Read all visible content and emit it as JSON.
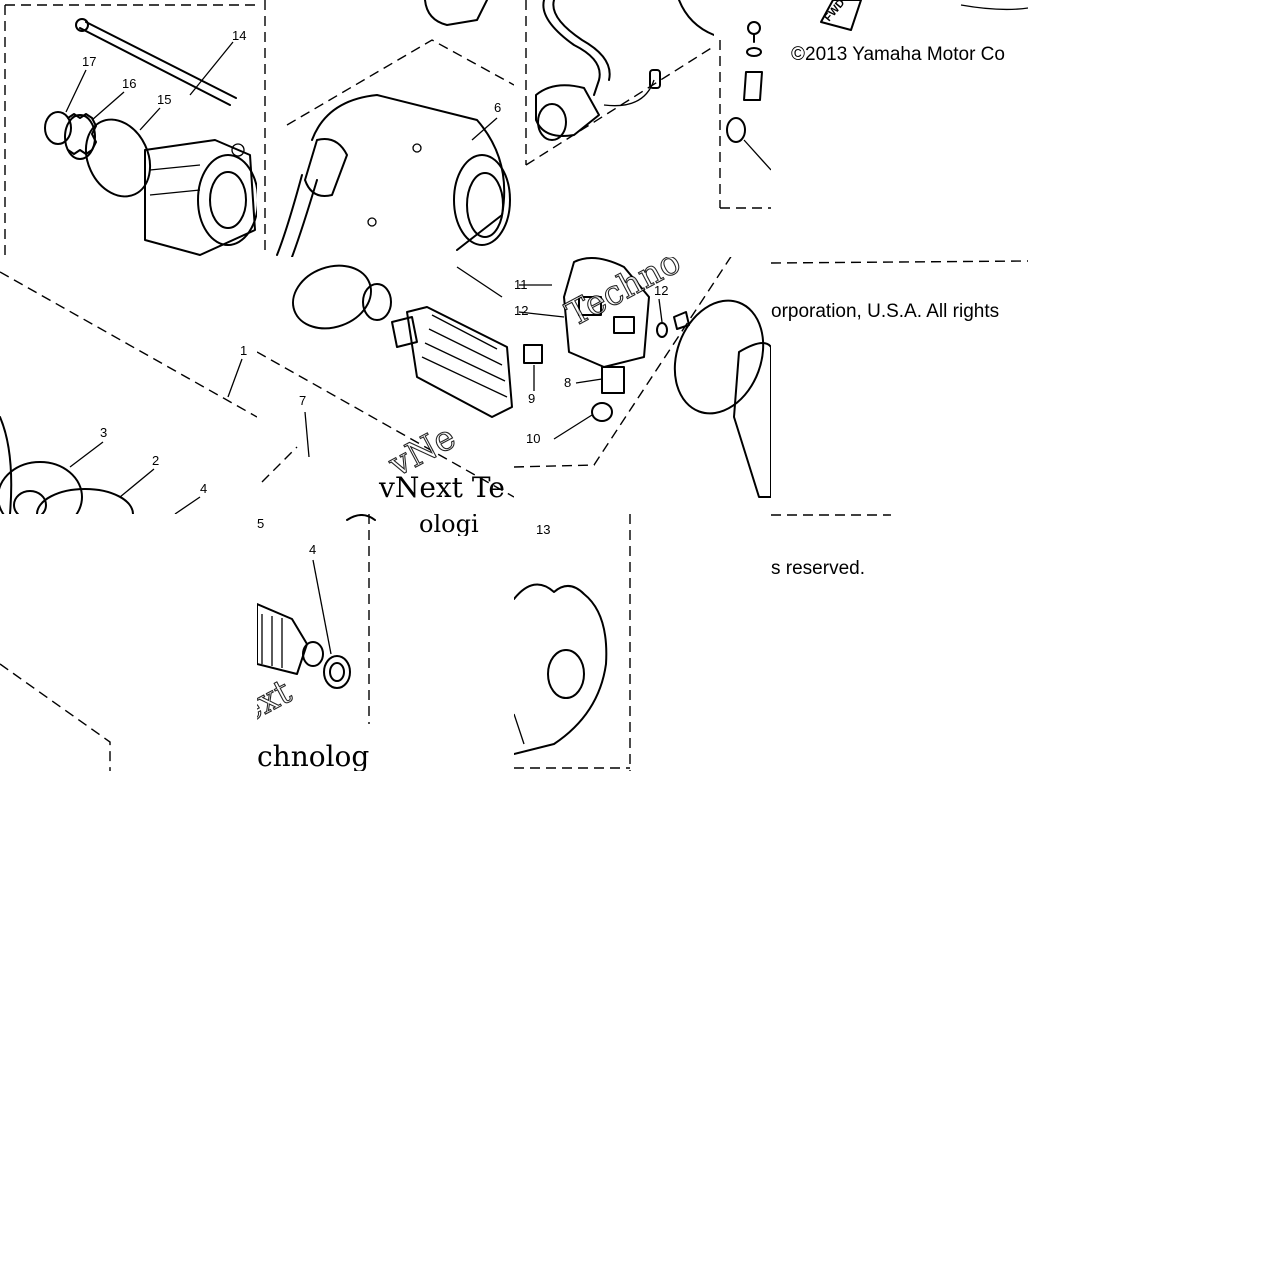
{
  "copyright": {
    "line1": "©2013 Yamaha Motor Co",
    "line2": "orporation, U.S.A. All rights",
    "line3": "s reserved."
  },
  "watermark": {
    "brand_a": "vNext Te",
    "brand_b": "vNe",
    "brand_c": "Techno",
    "brand_d": "chnolog",
    "brand_e": "ext",
    "brand_f": "ologi"
  },
  "direction_tag": "FWD",
  "callouts": {
    "n1": "1",
    "n2": "2",
    "n3": "3",
    "n4": "4",
    "n4b": "4",
    "n5": "5",
    "n6": "6",
    "n7": "7",
    "n8": "8",
    "n9": "9",
    "n10": "10",
    "n11": "11",
    "n12": "12",
    "n12b": "12",
    "n13": "13",
    "n14": "14",
    "n15": "15",
    "n16": "16",
    "n17": "17"
  }
}
